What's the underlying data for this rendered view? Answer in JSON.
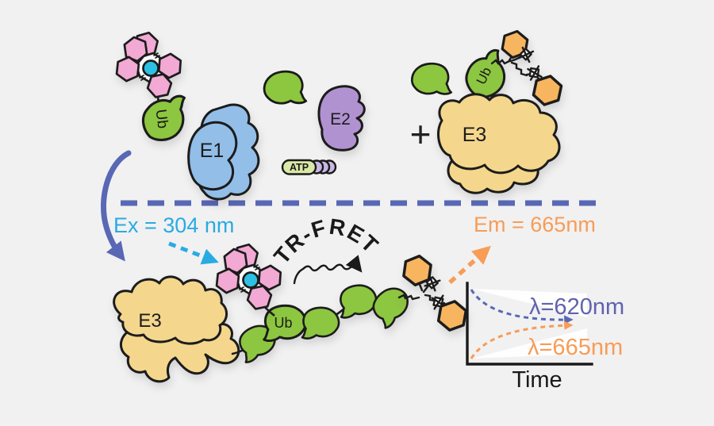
{
  "colors": {
    "background": "#f1f1f2",
    "outline": "#1a1a1a",
    "e1_fill": "#92bee8",
    "e2_fill": "#b192d1",
    "e3_fill": "#f4d78d",
    "ubiquitin_green": "#8dc63f",
    "cryptate_pink": "#f2a9d3",
    "cryptate_core_cyan": "#2fc0e4",
    "acceptor_orange": "#f8b55f",
    "atp_pill_green": "#d9e9a6",
    "atp_phosphate_purple": "#c9b8e3",
    "excitation_cyan": "#29abe2",
    "emission_orange": "#f89c56",
    "indigo": "#5968b4"
  },
  "top_row": {
    "donor_ub_label": "Ub",
    "e1_label": "E1",
    "e2_label": "E2",
    "atp_label": "ATP",
    "plus_sign": "+",
    "acceptor_ub_label": "Ub",
    "e3_label": "E3"
  },
  "reaction": {
    "excitation_label": "Ex = 304 nm",
    "fret_label": "TR-FRET",
    "emission_label": "Em = 665nm"
  },
  "product": {
    "e3_label": "E3",
    "ub_label": "Ub"
  },
  "inset_chart": {
    "donor_decay_label": "λ=620nm",
    "acceptor_rise_label": "λ=665nm",
    "x_axis_label": "Time"
  },
  "chart_data": {
    "type": "line",
    "title": "",
    "xlabel": "Time",
    "ylabel": "",
    "grid": false,
    "legend_position": "right of curves",
    "series": [
      {
        "name": "λ=620nm",
        "color": "#5968b4",
        "style": "dashed, arrow at end",
        "shape": "exponential decay",
        "x": [
          0,
          0.2,
          0.4,
          0.6,
          0.8,
          1.0
        ],
        "y": [
          1.0,
          0.55,
          0.45,
          0.4,
          0.38,
          0.37
        ]
      },
      {
        "name": "λ=665nm",
        "color": "#f89c56",
        "style": "dashed, arrow at end",
        "shape": "exponential rise",
        "x": [
          0,
          0.2,
          0.4,
          0.6,
          0.8,
          1.0
        ],
        "y": [
          0.05,
          0.42,
          0.52,
          0.56,
          0.58,
          0.59
        ]
      }
    ]
  }
}
